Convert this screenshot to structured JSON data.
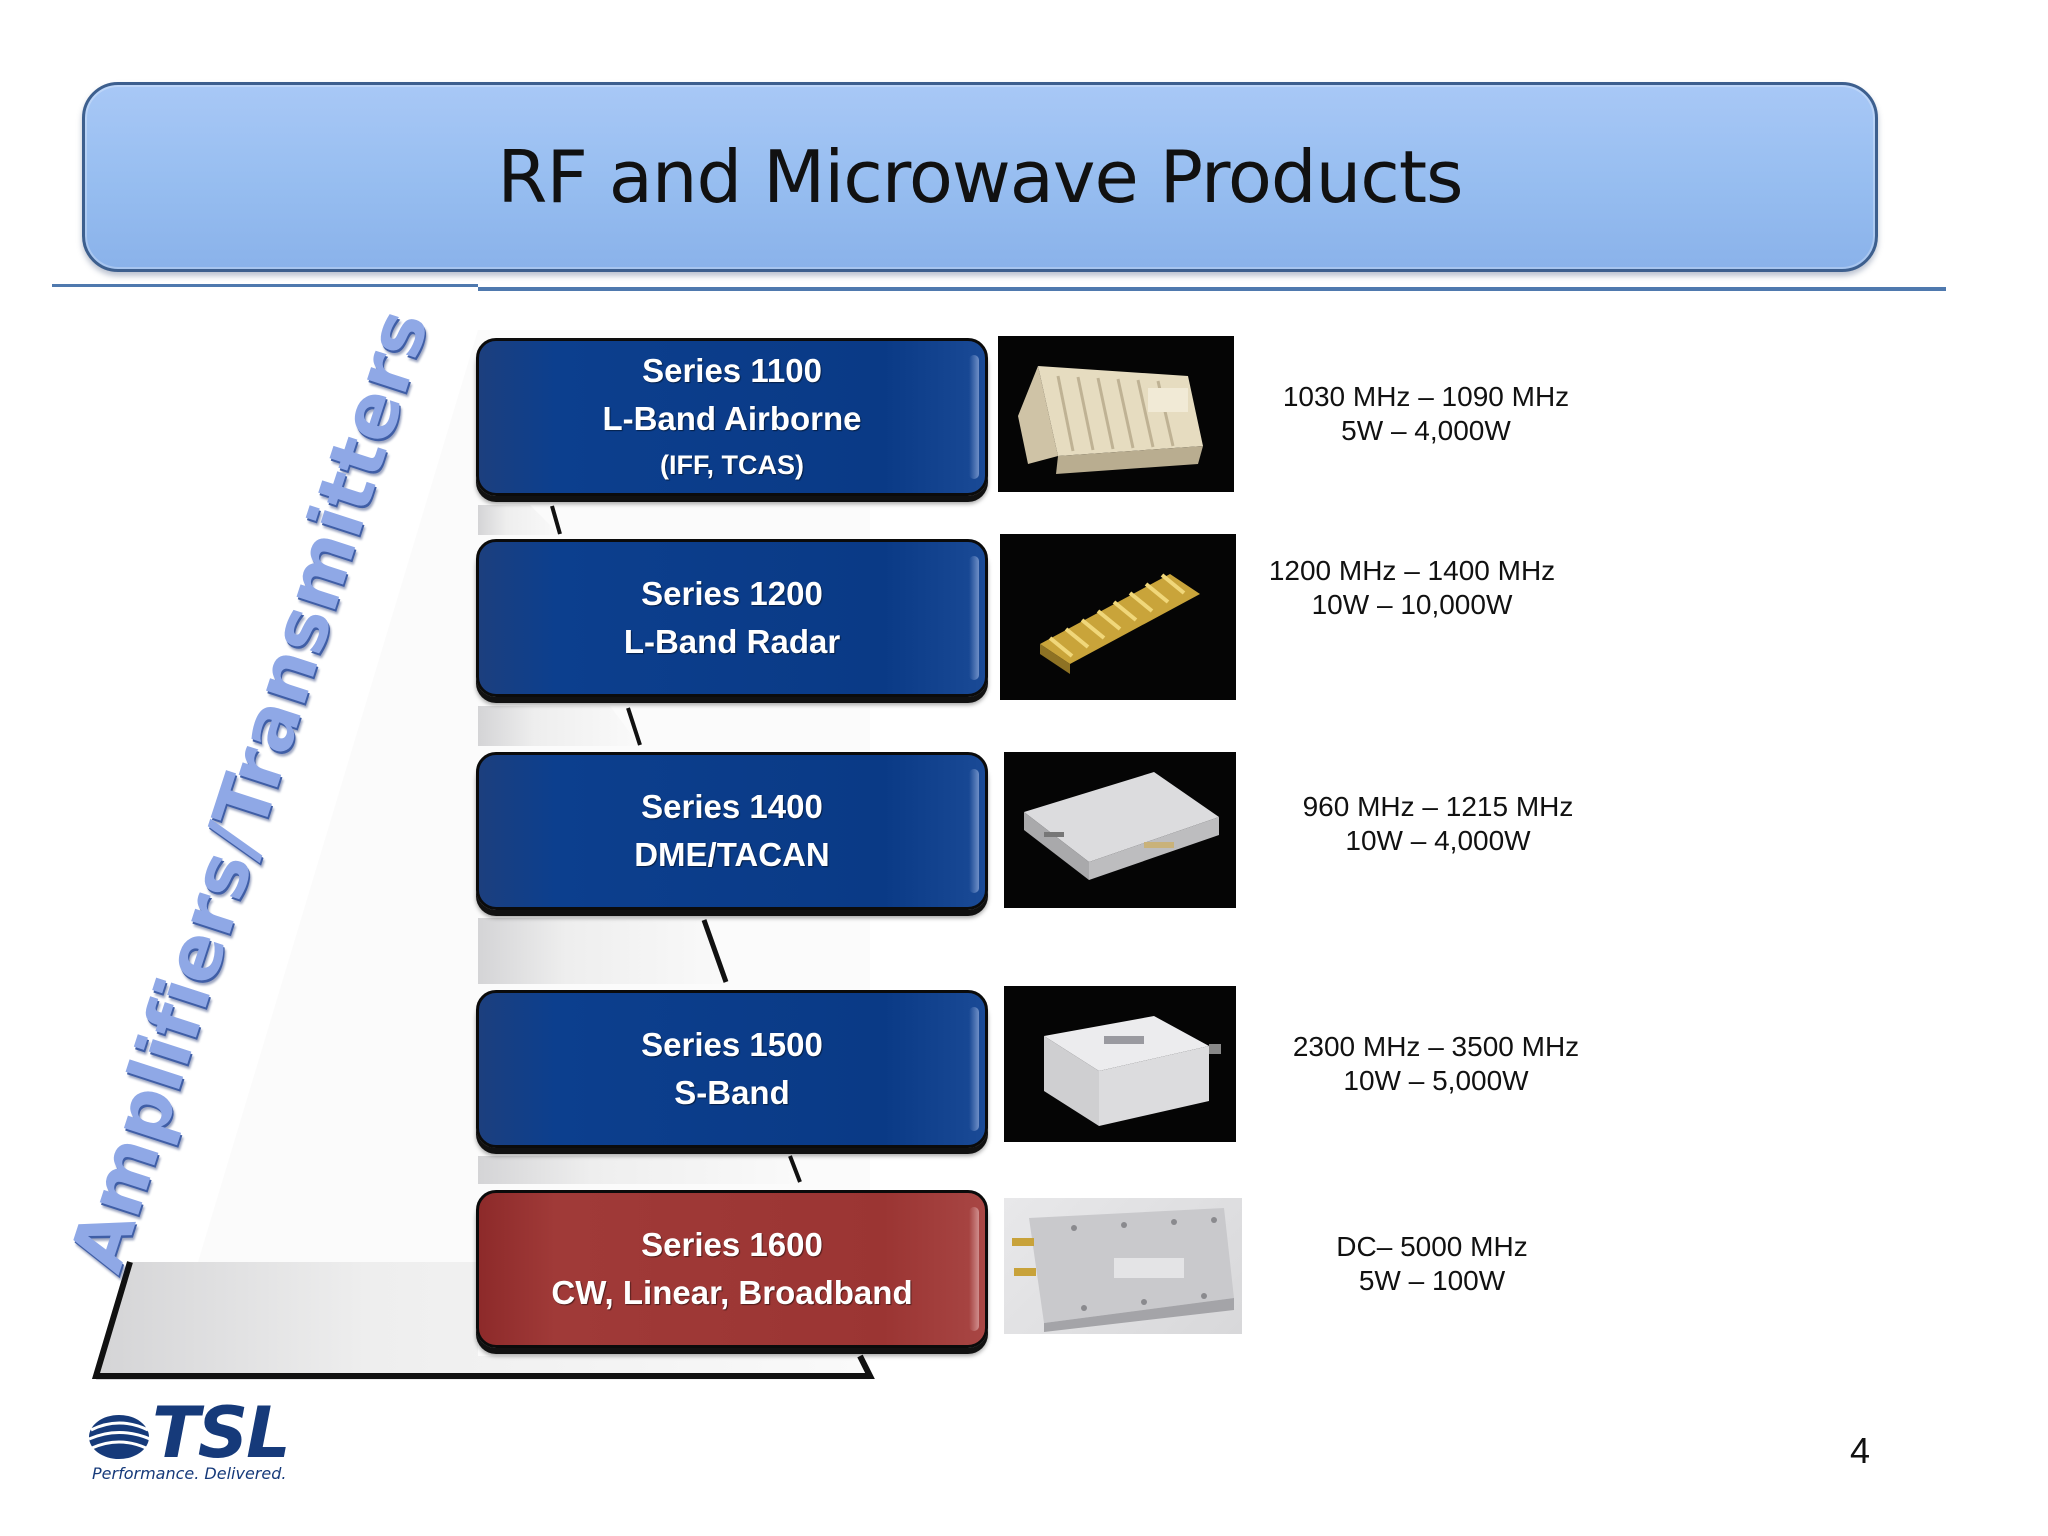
{
  "slide": {
    "title": "RF and Microwave Products",
    "vertical_label": "Amplifiers/Transmitters",
    "page_number": "4"
  },
  "series": [
    {
      "color": "#0c3f8e",
      "lines": [
        "Series 1100",
        "L-Band Airborne",
        "(IFF, TCAS)"
      ],
      "spec": [
        "1030 MHz – 1090 MHz",
        "5W – 4,000W"
      ],
      "photo": "gold-heatsink-amplifier-photo"
    },
    {
      "color": "#0c3f8e",
      "lines": [
        "Series 1200",
        "L-Band Radar"
      ],
      "spec": [
        "1200 MHz – 1400 MHz",
        "10W – 10,000W"
      ],
      "photo": "gold-finned-amplifier-photo"
    },
    {
      "color": "#0c3f8e",
      "lines": [
        "Series 1400",
        "DME/TACAN"
      ],
      "spec": [
        "960 MHz – 1215 MHz",
        "10W – 4,000W"
      ],
      "photo": "silver-amplifier-module-photo"
    },
    {
      "color": "#0c3f8e",
      "lines": [
        "Series 1500",
        "S-Band"
      ],
      "spec": [
        "2300 MHz – 3500 MHz",
        "10W – 5,000W"
      ],
      "photo": "silver-amplifier-module-photo"
    },
    {
      "color": "#9b3533",
      "lines": [
        "Series 1600",
        "CW, Linear, Broadband"
      ],
      "spec": [
        "DC– 5000 MHz",
        "5W – 100W"
      ],
      "photo": "aluminum-amplifier-with-connectors-photo"
    }
  ],
  "logo": {
    "name": "TSL",
    "tagline": "Performance. Delivered.",
    "color": "#163a7a"
  },
  "colors": {
    "title_banner": "#96bdf0",
    "rule": "#4f79ae",
    "series_blue": "#0c3f8e",
    "series_red": "#9b3533",
    "vertical_label": "#8fa8e6"
  }
}
